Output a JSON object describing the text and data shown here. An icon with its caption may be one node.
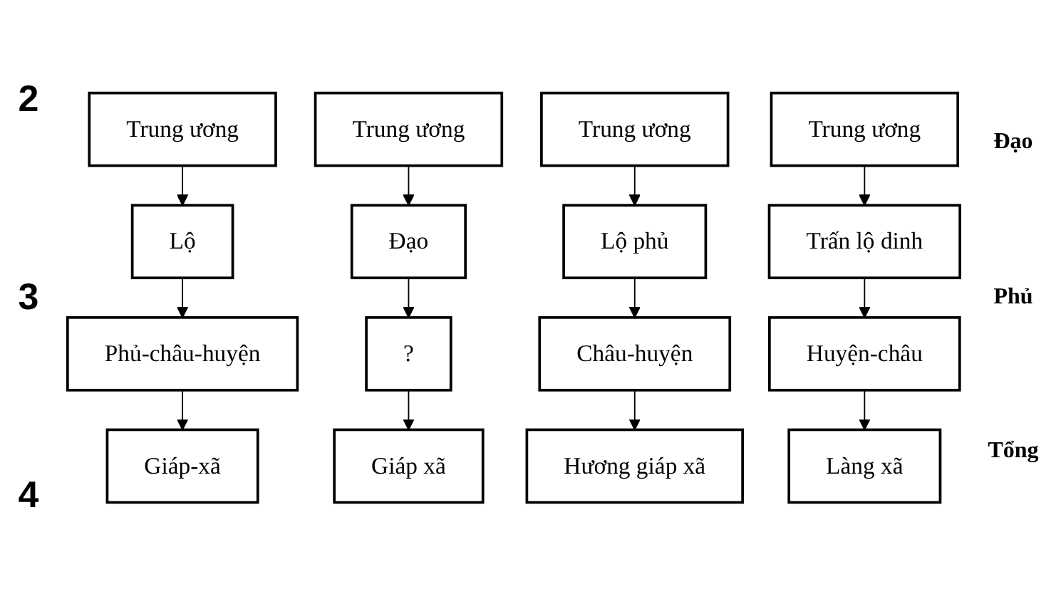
{
  "diagram": {
    "nodes": [
      {
        "text": [
          "Trung ương"
        ]
      },
      {
        "text": [
          "Trung ương"
        ]
      },
      {
        "text": [
          "Trung ương"
        ]
      },
      {
        "text": [
          "Trung ương"
        ]
      },
      {
        "text": [
          "Lộ"
        ]
      },
      {
        "text": [
          "Đạo"
        ]
      },
      {
        "text": [
          "Lộ phủ"
        ]
      },
      {
        "text": [
          "Trấn lộ dinh"
        ]
      },
      {
        "text": [
          "Phủ-châu-huyện"
        ]
      },
      {
        "text": [
          "?"
        ]
      },
      {
        "text": [
          "Châu-huyện"
        ]
      },
      {
        "text": [
          "Huyện-châu"
        ]
      },
      {
        "text": [
          "Giáp-xã"
        ]
      },
      {
        "text": [
          "Giáp xã"
        ]
      },
      {
        "text": [
          "Hương giáp xã"
        ]
      },
      {
        "text": [
          "Làng xã"
        ]
      }
    ],
    "edges": [
      {
        "from": 0,
        "to": 4,
        "arrow": "to"
      },
      {
        "from": 4,
        "to": 8,
        "arrow": "to"
      },
      {
        "from": 8,
        "to": 12,
        "arrow": "to"
      },
      {
        "from": 1,
        "to": 5,
        "arrow": "to"
      },
      {
        "from": 5,
        "to": 9,
        "arrow": "to"
      },
      {
        "from": 9,
        "to": 13,
        "arrow": "to"
      },
      {
        "from": 2,
        "to": 6,
        "arrow": "to"
      },
      {
        "from": 6,
        "to": 10,
        "arrow": "to"
      },
      {
        "from": 10,
        "to": 14,
        "arrow": "to"
      },
      {
        "from": 3,
        "to": 7,
        "arrow": "to"
      },
      {
        "from": 7,
        "to": 11,
        "arrow": "to"
      },
      {
        "from": 11,
        "to": 15,
        "arrow": "to"
      }
    ],
    "labels": [
      "2",
      "Đạo",
      "3",
      "Phủ",
      "4",
      "Tổng"
    ]
  }
}
